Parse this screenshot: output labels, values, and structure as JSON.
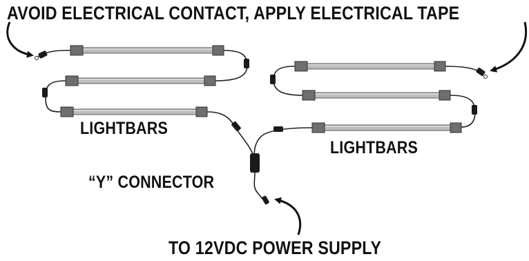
{
  "labels": {
    "top_instruction": "AVOID ELECTRICAL CONTACT, APPLY ELECTRICAL TAPE",
    "lightbars_left": "LIGHTBARS",
    "lightbars_right": "LIGHTBARS",
    "y_connector": "“Y” CONNECTOR",
    "power_supply": "TO 12VDC POWER SUPPLY"
  },
  "colors": {
    "ink": "#111111",
    "bar_fill": "#bdbdbd",
    "bar_stroke": "#5a5a5a",
    "endcap": "#6e6e6e"
  }
}
